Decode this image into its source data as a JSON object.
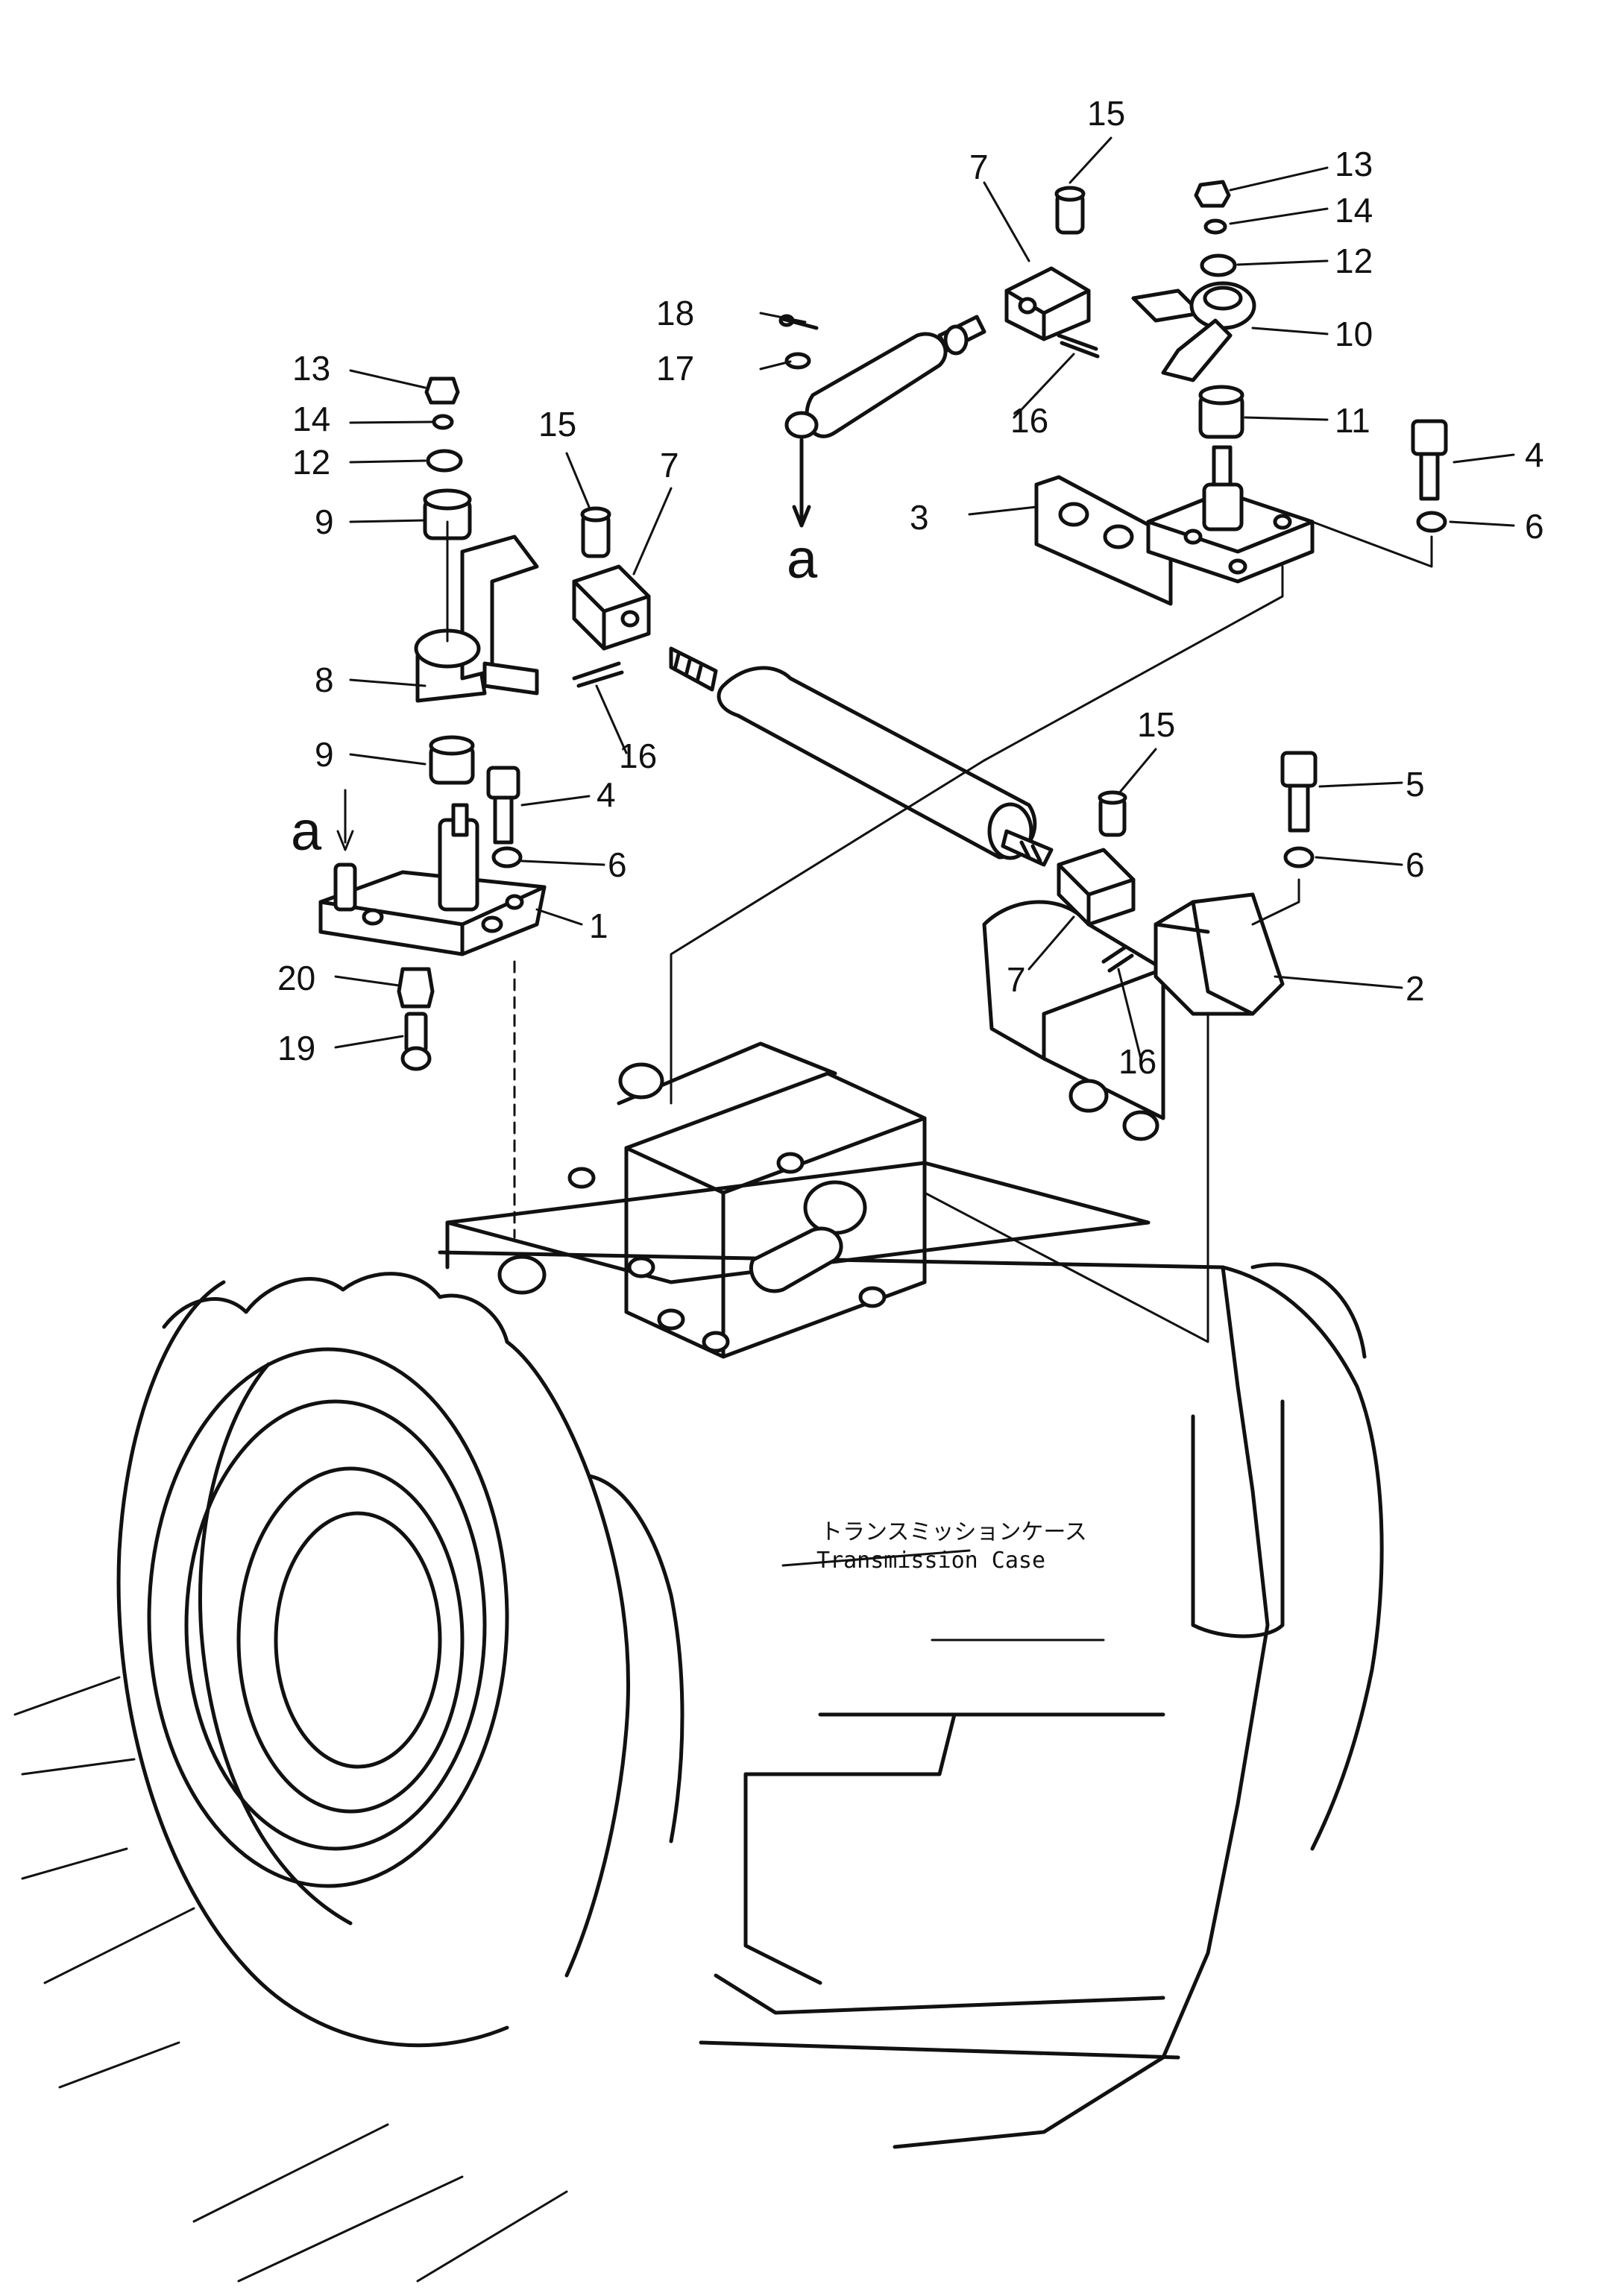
{
  "diagram": {
    "caption_jp": "トランスミッションケース",
    "caption_en": "Transmission  Case",
    "reference_mark": "a",
    "callouts": {
      "c1": "1",
      "c2": "2",
      "c3": "3",
      "c4": "4",
      "c5": "5",
      "c6": "6",
      "c7": "7",
      "c8": "8",
      "c9": "9",
      "c10": "10",
      "c11": "11",
      "c12": "12",
      "c13": "13",
      "c14": "14",
      "c15": "15",
      "c16": "16",
      "c17": "17",
      "c18": "18",
      "c19": "19",
      "c20": "20"
    }
  }
}
